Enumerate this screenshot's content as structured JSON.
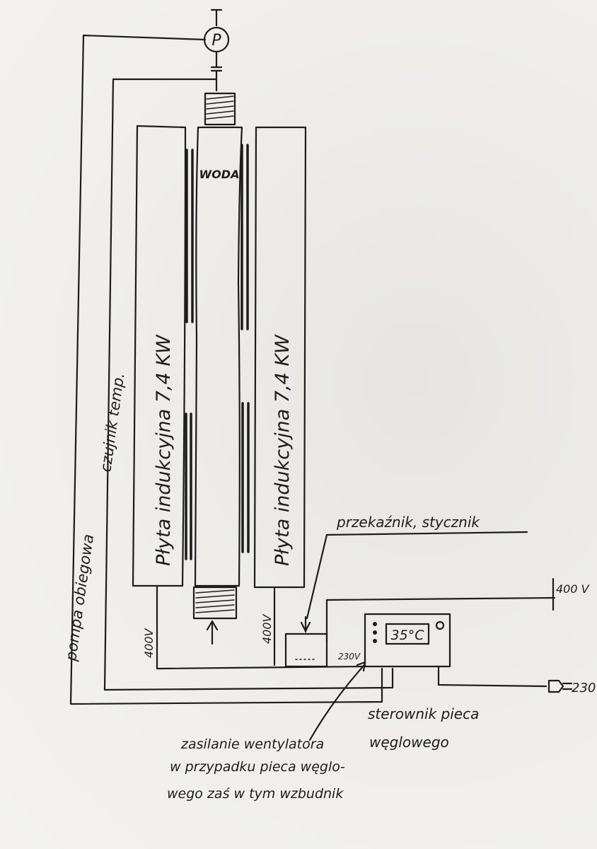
{
  "labels": {
    "pump_symbol": "P",
    "water": "WODA",
    "plate_left": "Płyta indukcyjna 7,4 KW",
    "plate_right": "Płyta indukcyjna 7,4 KW",
    "voltage_left": "400V",
    "voltage_right": "400V",
    "voltage_supply": "400 V",
    "relay_voltage": "230V",
    "mains_voltage": "230",
    "pump_line": "pompa obiegowa",
    "temp_sensor": "czujnik temp.",
    "relay": "przekaźnik, stycznik",
    "controller_display": "35°C",
    "controller_caption_1": "sterownik pieca",
    "controller_caption_2": "węglowego",
    "fan_note_1": "zasilanie wentylatora",
    "fan_note_2": "w przypadku pieca węglo-",
    "fan_note_3": "wego zaś w tym wzbudnik"
  },
  "colors": {
    "ink": "#1c1c1c",
    "paper": "#efeeeb"
  }
}
